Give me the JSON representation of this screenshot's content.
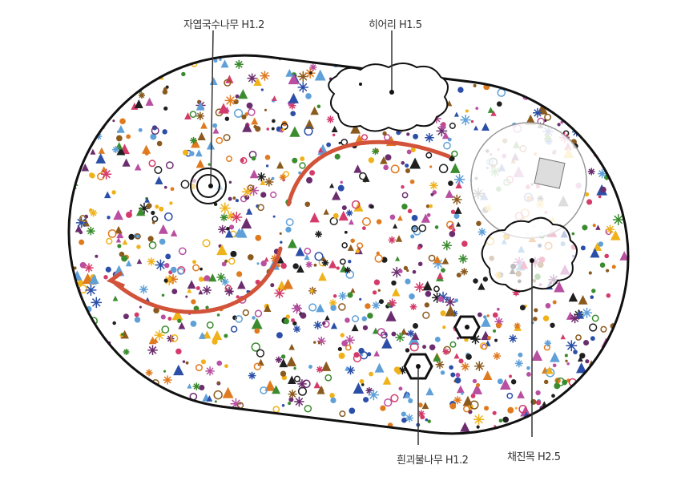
{
  "labels": {
    "plant1": "자엽국수나무 H1.2",
    "plant2": "히어리 H1.5",
    "plant3": "흰괴불나무 H1.2",
    "plant4": "채진목 H2.5"
  },
  "colors": {
    "outline": "#111111",
    "path": "#d2533a",
    "flowers": [
      "#d43b6a",
      "#2b4fa8",
      "#f0b21a",
      "#e07a1e",
      "#3a8c2e",
      "#6b2d6e",
      "#8a5a1e",
      "#1f1f1f",
      "#5fa0d8",
      "#b84fa0"
    ]
  }
}
